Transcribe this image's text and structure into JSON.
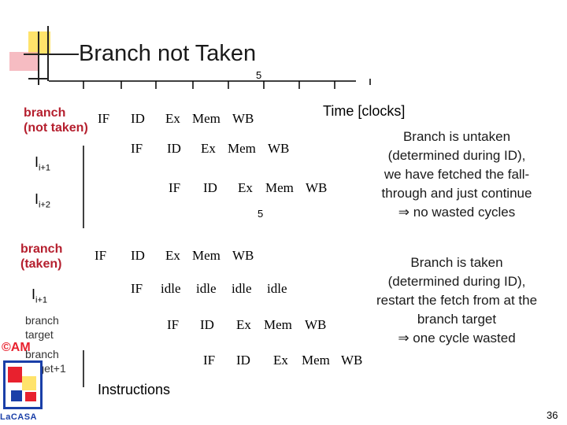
{
  "title": "Branch not Taken",
  "axis": {
    "time_label": "Time [clocks]",
    "instructions_label": "Instructions",
    "mark_top": "5",
    "mark_mid": "5"
  },
  "rows_not_taken": {
    "branch_label_1": "branch",
    "branch_label_2": "(not taken)",
    "i1_base": "I",
    "i1_sub": "i+1",
    "i2_base": "I",
    "i2_sub": "i+2",
    "row1": [
      "IF",
      "ID",
      "Ex",
      "Mem",
      "WB"
    ],
    "row2": [
      "IF",
      "ID",
      "Ex",
      "Mem",
      "WB"
    ],
    "row3": [
      "IF",
      "ID",
      "Ex",
      "Mem",
      "WB"
    ]
  },
  "rows_taken": {
    "branch_label_1": "branch",
    "branch_label_2": "(taken)",
    "i1_base": "I",
    "i1_sub": "i+1",
    "target1_a": "branch",
    "target1_b": "target",
    "target2_a": "branch",
    "target2_b": "target+1",
    "row1": [
      "IF",
      "ID",
      "Ex",
      "Mem",
      "WB"
    ],
    "row2": [
      "IF",
      "idle",
      "idle",
      "idle",
      "idle"
    ],
    "row3": [
      "IF",
      "ID",
      "Ex",
      "Mem",
      "WB"
    ],
    "row4": [
      "IF",
      "ID",
      "Ex",
      "Mem",
      "WB"
    ]
  },
  "note_untaken": [
    "Branch is untaken",
    "(determined during ID),",
    "we have fetched the fall-",
    "through and just continue",
    "⇒ no wasted cycles"
  ],
  "note_taken": [
    "Branch is taken",
    "(determined during ID),",
    "restart the fetch from at the",
    "branch target",
    "⇒ one cycle wasted"
  ],
  "footer": {
    "copyright": "©AM",
    "logo_text": "LaCASA",
    "page_number": "36"
  },
  "colors": {
    "accent_red": "#e8212e",
    "accent_yellow": "#ffe36b",
    "logo_blue": "#1a3fa8"
  }
}
